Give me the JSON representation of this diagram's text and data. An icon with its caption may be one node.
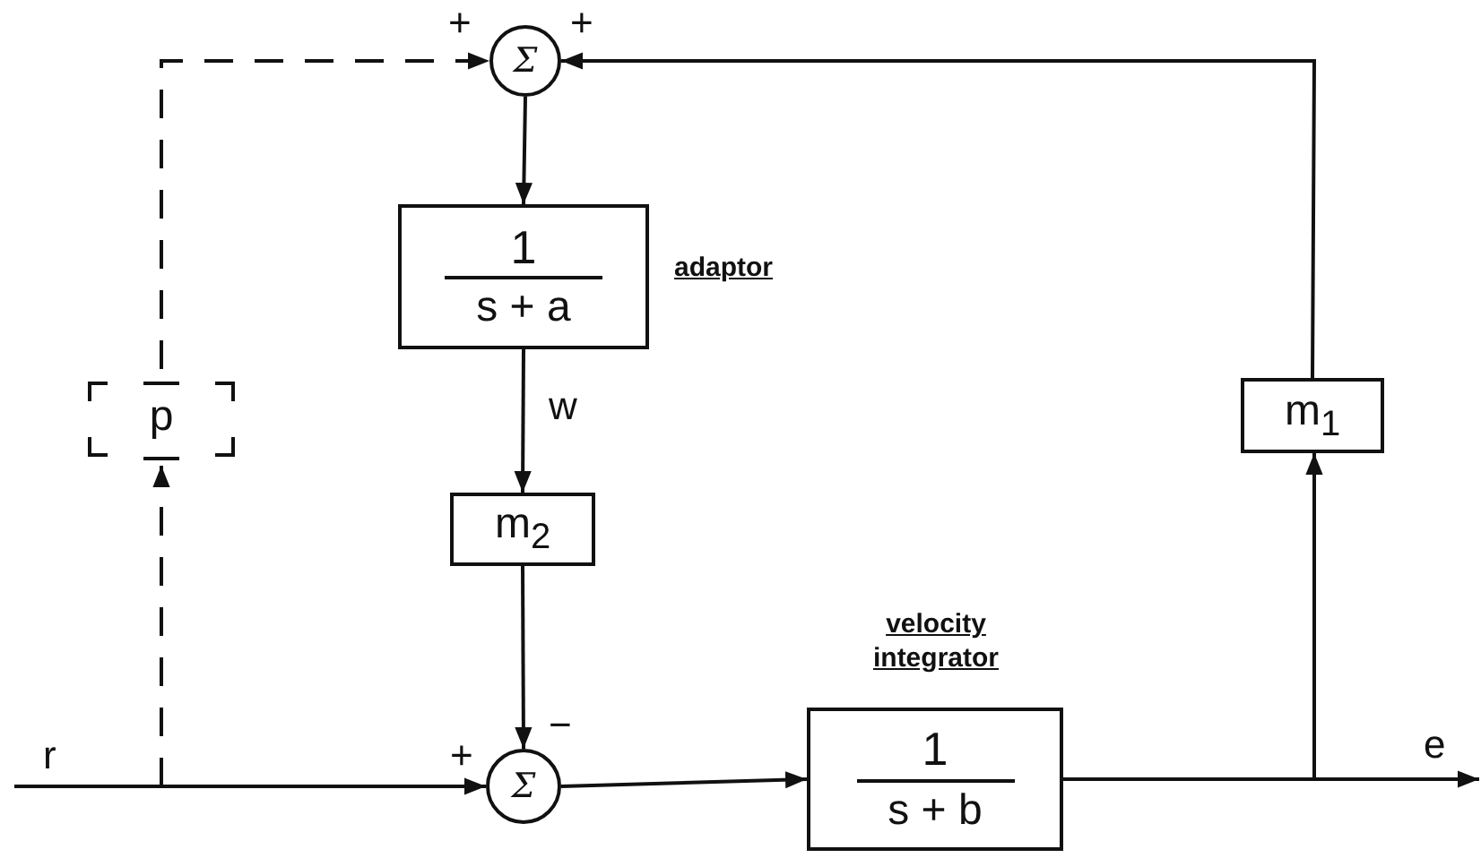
{
  "diagram": {
    "nodes": [
      {
        "text": [
          "Σ"
        ],
        "beside": [
          "+",
          "+"
        ]
      },
      {
        "text": [
          "1",
          "s + a"
        ],
        "beside": [
          "adaptor"
        ]
      },
      {
        "text": [
          "m$_{2}$"
        ]
      },
      {
        "text": [
          "Σ"
        ],
        "beside": [
          "+",
          "−"
        ]
      },
      {
        "text": [
          "1",
          "s + b"
        ],
        "beside": [
          "velocity integrator"
        ]
      },
      {
        "text": [
          "m$_{1}$"
        ]
      },
      {
        "text": [
          "p"
        ]
      }
    ],
    "edges": [
      {
        "from": 0,
        "to": 1,
        "arrow": "to"
      },
      {
        "from": 1,
        "to": 2,
        "arrow": "to",
        "label": "w"
      },
      {
        "from": 2,
        "to": 3,
        "arrow": "to"
      },
      {
        "from": 3,
        "to": 4,
        "arrow": "to"
      },
      {
        "from": 4,
        "to": null,
        "arrow": "to",
        "label": "e"
      },
      {
        "from": 4,
        "to": 5,
        "arrow": "to"
      },
      {
        "from": 5,
        "to": 0,
        "arrow": "to"
      },
      {
        "from": null,
        "to": 3,
        "arrow": "to",
        "label": "r"
      },
      {
        "from": null,
        "to": 6,
        "arrow": "to",
        "style": "dashed"
      },
      {
        "from": 6,
        "to": 0,
        "arrow": "to",
        "style": "dashed"
      }
    ]
  }
}
